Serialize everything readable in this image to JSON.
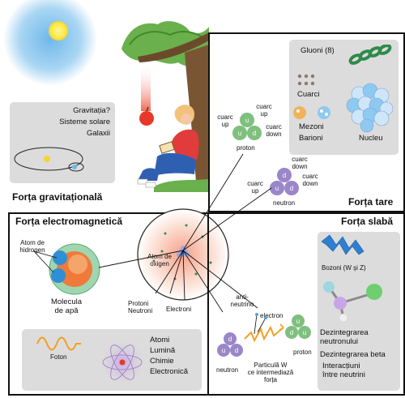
{
  "gravity": {
    "title": "Forța gravitațională",
    "question_lines": [
      "Gravitația?",
      "Sisteme solare",
      "Galaxii"
    ]
  },
  "strong": {
    "title": "Forța tare",
    "gluons_label": "Gluoni (8)",
    "quarks_label": "Cuarci",
    "mesons_label": "Mezoni",
    "baryons_label": "Barioni",
    "nucleus_label": "Nucleu",
    "proton_label": "proton",
    "neutron_label": "neutron",
    "quark_up": "cuarc\nup",
    "quark_down": "cuarc\ndown"
  },
  "electromagnetic": {
    "title": "Forța electromagnetică",
    "hydrogen_atom_label": "Atom de\nhidrogen",
    "water_molecule_label": "Molecula\nde apă",
    "oxygen_atom_label": "Atom de\noxigen",
    "protons_neutrons_label": "Protoni\nNeutroni",
    "electrons_label": "Electroni",
    "photon_label": "Foton",
    "photon_effects": [
      "Atomi",
      "Lumină",
      "Chimie",
      "Electronică"
    ]
  },
  "weak": {
    "title": "Forța slabă",
    "bosons_label": "Bozoni (W și Z)",
    "effects": [
      "Dezintegrarea\nneutronului",
      "Dezintegrarea beta",
      "Interacțiuni\nîntre neutrini"
    ],
    "antineutrino_label": "anti-\nneutrino",
    "electron_label": "electron",
    "w_particle_label": "Particulă W\nce intermediază\nforța",
    "neutron_label": "neutron",
    "proton_label": "proton"
  },
  "quark_letters": {
    "u": "u",
    "d": "d"
  },
  "colors": {
    "proton_green": "#7fbf7f",
    "neutron_purple": "#9b86c9",
    "panel_gray": "#dcdcdc",
    "sun_yellow": "#ffe94a",
    "sky_blue": "#8ec9f0",
    "apple_red": "#e8382a"
  }
}
